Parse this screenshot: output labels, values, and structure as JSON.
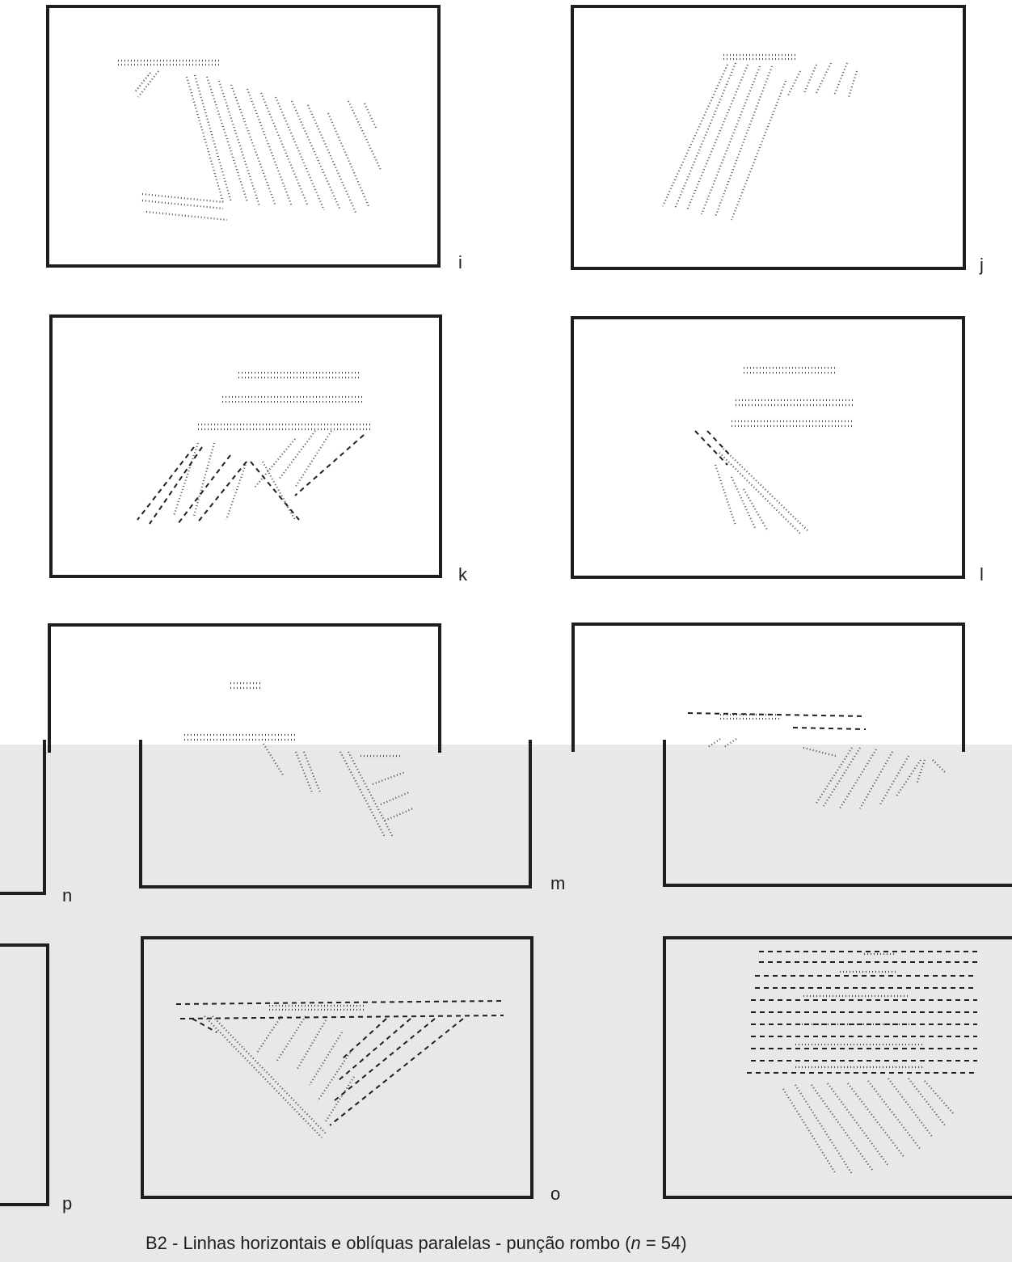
{
  "figure": {
    "caption_prefix": "B2 - Linhas horizontais e oblíquas paralelas - punção rombo (",
    "caption_n": "n",
    "caption_suffix": " = 54)",
    "labels": {
      "i": "i",
      "j": "j",
      "k": "k",
      "l": "l",
      "m": "m",
      "n": "n",
      "o": "o",
      "p": "p"
    }
  },
  "colors": {
    "ink": "#1e1e1e",
    "band_background": "#e8e8ea",
    "page_background": "#ffffff"
  }
}
